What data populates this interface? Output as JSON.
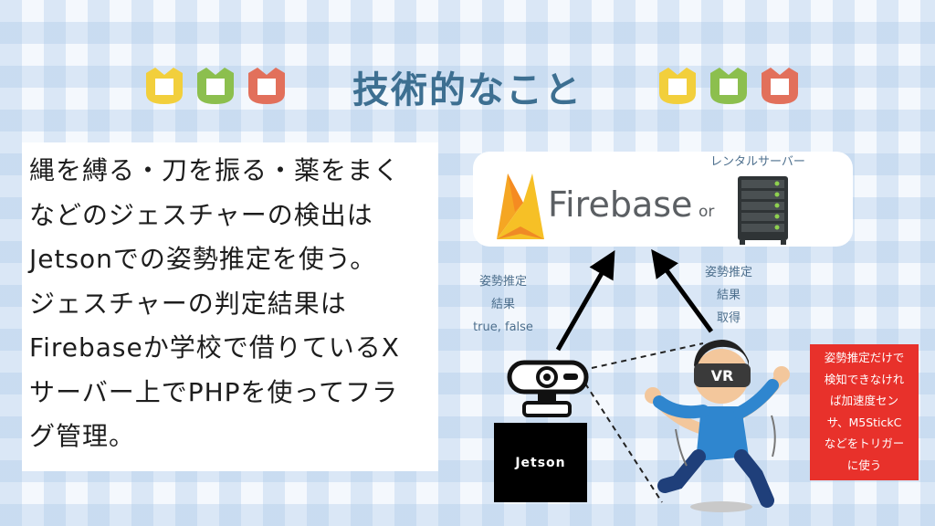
{
  "title": "技術的なこと",
  "body_lines": [
    "縄を縛る・刀を振る・薬をまく",
    "などのジェスチャーの検出は",
    "Jetsonでの姿勢推定を使う。",
    "ジェスチャーの判定結果は",
    "Firebaseか学校で借りているX",
    "サーバー上でPHPを使ってフラ",
    "グ管理。"
  ],
  "diagram": {
    "firebase": "Firebase",
    "or": "or",
    "rental_server": "レンタルサーバー",
    "left_label": [
      "姿勢推定",
      "結果",
      "true, false"
    ],
    "right_label": [
      "姿勢推定",
      "結果",
      "取得"
    ],
    "jetson": "Jetson",
    "vr_text": "VR",
    "note": [
      "姿勢推定だけで",
      "検知できなけれ",
      "ば加速度セン",
      "サ、M5StickC",
      "などをトリガー",
      "に使う"
    ]
  },
  "colors": {
    "title": "#3d6f91",
    "accent_blue_label": "#4d6f8d",
    "note_red": "#e8312b",
    "firebase_orange": "#f5a623",
    "flower_yellow": "#f2cf3c",
    "flower_green": "#8cbf4e",
    "flower_red": "#e2705b"
  },
  "icons": [
    "tulip-icon",
    "firebase-flame-icon",
    "server-rack-icon",
    "webcam-icon",
    "vr-person-illustration",
    "arrow-icon"
  ]
}
